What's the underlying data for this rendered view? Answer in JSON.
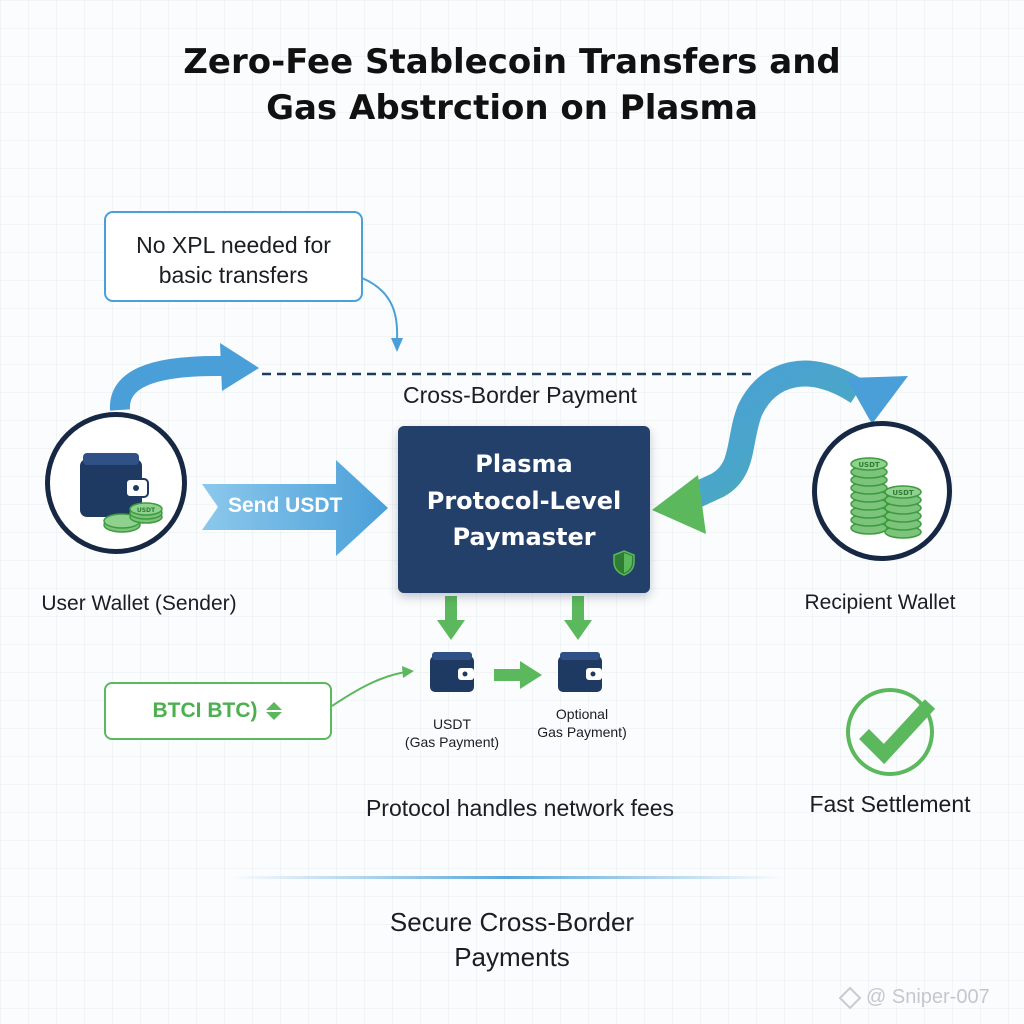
{
  "title": {
    "line1": "Zero-Fee Stablecoin Transfers and",
    "line2": "Gas Abstrction on Plasma"
  },
  "callout": {
    "line1": "No XPL needed for",
    "line2": "basic transfers"
  },
  "cross_border_label": "Cross-Border Payment",
  "sender": {
    "label": "User Wallet (Sender)",
    "coin_text": "USDT"
  },
  "send_arrow_label": "Send USDT",
  "paymaster": {
    "line1": "Plasma",
    "line2": "Protocol-Level",
    "line3": "Paymaster"
  },
  "recipient": {
    "label": "Recipient Wallet",
    "coin_text": "USDT"
  },
  "btc_box": {
    "text": "BTCI BTC)"
  },
  "gas_usdt": {
    "line1": "USDT",
    "line2": "(Gas Payment)"
  },
  "gas_optional": {
    "line1": "Optional",
    "line2": "Gas Payment)"
  },
  "protocol_fees_label": "Protocol handles network fees",
  "fast_settlement_label": "Fast Settlement",
  "footer": {
    "line1": "Secure Cross-Border",
    "line2": "Payments"
  },
  "watermark": "@ Sniper-007",
  "colors": {
    "navy": "#23406a",
    "blue": "#4a9fd8",
    "green": "#5cb85c",
    "text": "#1a1d22"
  }
}
